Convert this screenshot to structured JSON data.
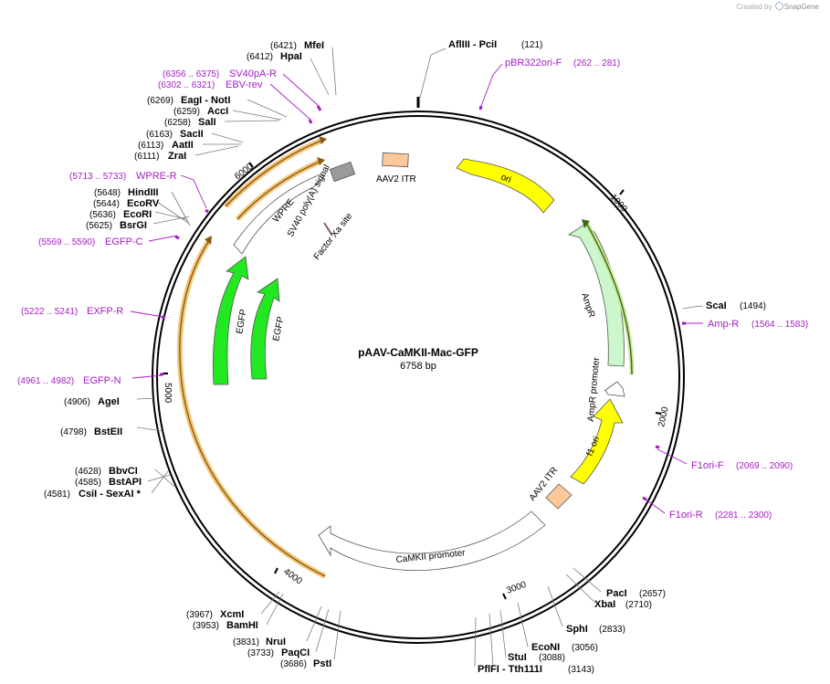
{
  "credit": {
    "prefix": "Created by",
    "brand": "SnapGene"
  },
  "plasmid": {
    "name": "pAAV-CaMKII-Mac-GFP",
    "size_label": "6758 bp"
  },
  "ticks": [
    "1000",
    "2000",
    "3000",
    "4000",
    "5000",
    "6000"
  ],
  "enzymes": [
    {
      "pos": "(121)",
      "name": "AflIII  - PciI"
    },
    {
      "pos": "(1494)",
      "name": "ScaI"
    },
    {
      "pos": "(2657)",
      "name": "PacI"
    },
    {
      "pos": "(2710)",
      "name": "XbaI"
    },
    {
      "pos": "(2833)",
      "name": "SphI"
    },
    {
      "pos": "(3056)",
      "name": "EcoNI"
    },
    {
      "pos": "(3088)",
      "name": "StuI"
    },
    {
      "pos": "(3143)",
      "name": "PflFI  - Tth111I"
    },
    {
      "pos": "(3686)",
      "name": "PstI"
    },
    {
      "pos": "(3733)",
      "name": "PaqCI"
    },
    {
      "pos": "(3831)",
      "name": "NruI"
    },
    {
      "pos": "(3953)",
      "name": "BamHI"
    },
    {
      "pos": "(3967)",
      "name": "XcmI"
    },
    {
      "pos": "(4581)",
      "name": "CsiI   - SexAI *"
    },
    {
      "pos": "(4585)",
      "name": "BstAPI"
    },
    {
      "pos": "(4628)",
      "name": "BbvCI"
    },
    {
      "pos": "(4798)",
      "name": "BstEII"
    },
    {
      "pos": "(4906)",
      "name": "AgeI"
    },
    {
      "pos": "(5625)",
      "name": "BsrGI"
    },
    {
      "pos": "(5636)",
      "name": "EcoRI"
    },
    {
      "pos": "(5644)",
      "name": "EcoRV"
    },
    {
      "pos": "(5648)",
      "name": "HindIII"
    },
    {
      "pos": "(6111)",
      "name": "ZraI"
    },
    {
      "pos": "(6113)",
      "name": "AatII"
    },
    {
      "pos": "(6163)",
      "name": "SacII"
    },
    {
      "pos": "(6258)",
      "name": "SalI"
    },
    {
      "pos": "(6259)",
      "name": "AccI"
    },
    {
      "pos": "(6269)",
      "name": "EagI   - NotI"
    },
    {
      "pos": "(6412)",
      "name": "HpaI"
    },
    {
      "pos": "(6421)",
      "name": "MfeI"
    }
  ],
  "primers": [
    {
      "name": "pBR322ori-F",
      "range": "(262 .. 281)"
    },
    {
      "name": "Amp-R",
      "range": "(1564 .. 1583)"
    },
    {
      "name": "F1ori-F",
      "range": "(2069 .. 2090)"
    },
    {
      "name": "F1ori-R",
      "range": "(2281 .. 2300)"
    },
    {
      "name": "EGFP-N",
      "range": "(4961 .. 4982)"
    },
    {
      "name": "EXFP-R",
      "range": "(5222 .. 5241)"
    },
    {
      "name": "EGFP-C",
      "range": "(5569 .. 5590)"
    },
    {
      "name": "WPRE-R",
      "range": "(5713 .. 5733)"
    },
    {
      "name": "EBV-rev",
      "range": "(6302 .. 6321)"
    },
    {
      "name": "SV40pA-R",
      "range": "(6356 .. 6375)"
    }
  ],
  "features": {
    "aav2_itr_top": "AAV2 ITR",
    "ori": "ori",
    "ampr": "AmpR",
    "ampr_promoter": "AmpR promoter",
    "f1_ori": "f1 ori",
    "aav2_itr_bottom": "AAV2 ITR",
    "camkii_promoter": "CaMKII promoter",
    "egfp_1": "EGFP",
    "egfp_2": "EGFP",
    "wpre": "WPRE",
    "sv40_polya": "SV40 poly(A) signal",
    "factor_xa": "Factor Xa site"
  },
  "colors": {
    "ori": "#ffff00",
    "itr": "#ffc89a",
    "ampr": "#ccf7cc",
    "egfp": "#22e822",
    "sv40": "#9a9a9a",
    "primer": "#a51cc4",
    "orf_highlight": "#f3c77a"
  }
}
